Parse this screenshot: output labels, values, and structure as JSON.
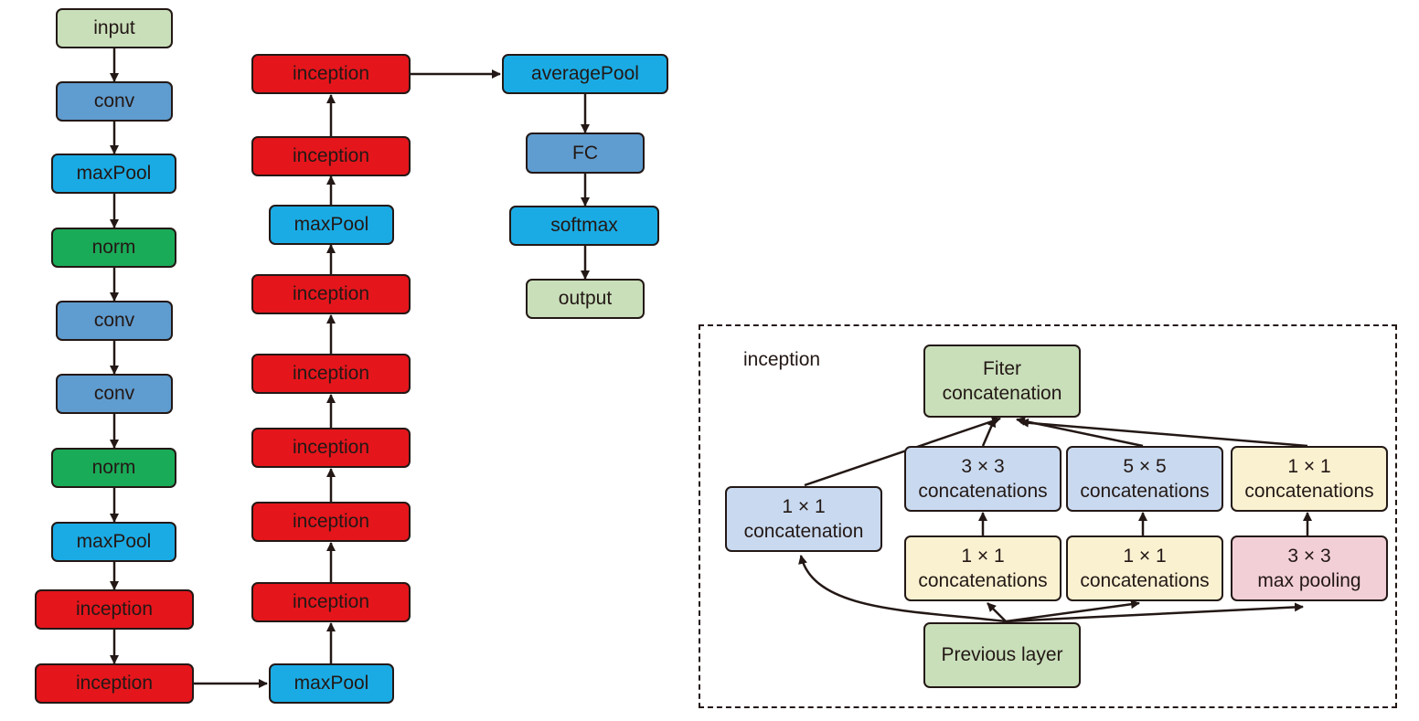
{
  "main_network": {
    "col1": [
      "input",
      "conv",
      "maxPool",
      "norm",
      "conv",
      "conv",
      "norm",
      "maxPool",
      "inception",
      "inception"
    ],
    "col2": [
      "maxPool",
      "inception",
      "inception",
      "inception",
      "inception",
      "inception",
      "maxPool",
      "inception",
      "inception"
    ],
    "col3": [
      "averagePool",
      "FC",
      "softmax",
      "output"
    ]
  },
  "inception_detail": {
    "caption": "inception",
    "filter_concat": "Fiter\nconcatenation",
    "branch1_top": "1 × 1\nconcatenation",
    "branch2_top": "3 × 3\nconcatenations",
    "branch3_top": "5 × 5\nconcatenations",
    "branch4_top": "1 × 1\nconcatenations",
    "branch2_bottom": "1 × 1\nconcatenations",
    "branch3_bottom": "1 × 1\nconcatenations",
    "branch4_bottom": "3 × 3\nmax pooling",
    "previous_layer": "Previous layer"
  },
  "colors": {
    "input_output": "#c9dfba",
    "conv": "#5f9ccf",
    "pool": "#1aabe4",
    "norm": "#1aab58",
    "inception": "#e5151c",
    "line": "#231815"
  }
}
